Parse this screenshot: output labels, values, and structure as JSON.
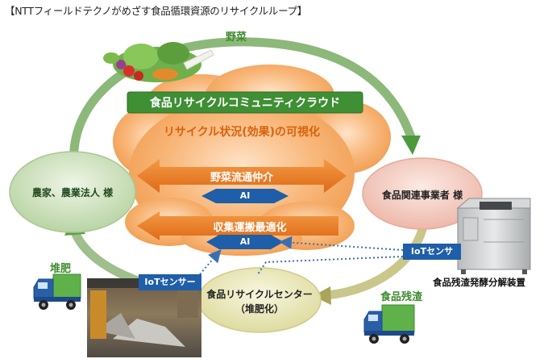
{
  "title": "【NTTフィールドテクノがめざす食品循環資源のリサイクルループ】",
  "cloud": {
    "header": "食品リサイクルコミュニティクラウド",
    "visualization": "リサイクル状況(効果)の可視化",
    "veg_distribution": "野菜流通仲介",
    "ai_top": "AI",
    "collection": "収集運搬最適化",
    "ai_bottom": "AI"
  },
  "nodes": {
    "farmer": "農家、農業法人 様",
    "food_business": "食品関連事業者 様",
    "recycle_center_line1": "食品リサイクルセンター",
    "recycle_center_line2": "（堆肥化）"
  },
  "flows": {
    "vegetables": "野菜",
    "compost": "堆肥",
    "food_residue": "食品残渣"
  },
  "iot": {
    "left": "IoTセンサー",
    "right": "IoTセンサ"
  },
  "device": {
    "label": "食品残渣発酵分解装置"
  },
  "colors": {
    "cycle_green": "#8cb87a",
    "cycle_arrow_light": "#c9dcb4",
    "cloud_orange": "#f5a35a",
    "header_green": "#3f8f35",
    "banner_orange": "#e8761f",
    "ai_blue": "#1f5ea8",
    "dot_blue": "#3a6fb5",
    "node_farmer": "#cfe2bf",
    "node_business": "#f3c9bf",
    "node_center": "#e9e7b8",
    "truck_blue": "#2a5fa8",
    "truck_green": "#5fb24a"
  }
}
